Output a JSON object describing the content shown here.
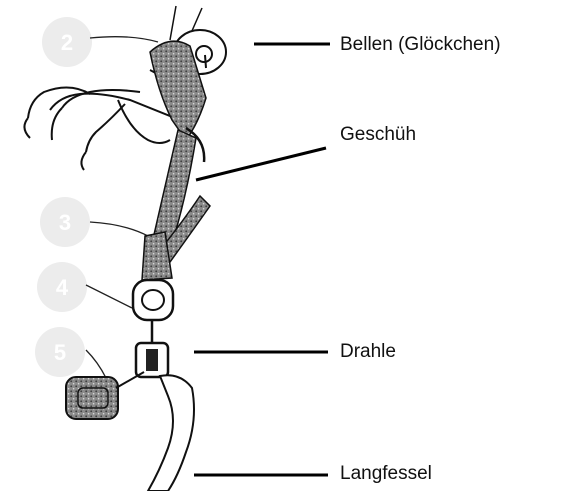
{
  "labels": {
    "bells": "Bellen (Glöckchen)",
    "jesses": "Geschüh",
    "swivel": "Drahle",
    "leash": "Langfessel"
  },
  "callouts": [
    "2",
    "3",
    "4",
    "5"
  ]
}
